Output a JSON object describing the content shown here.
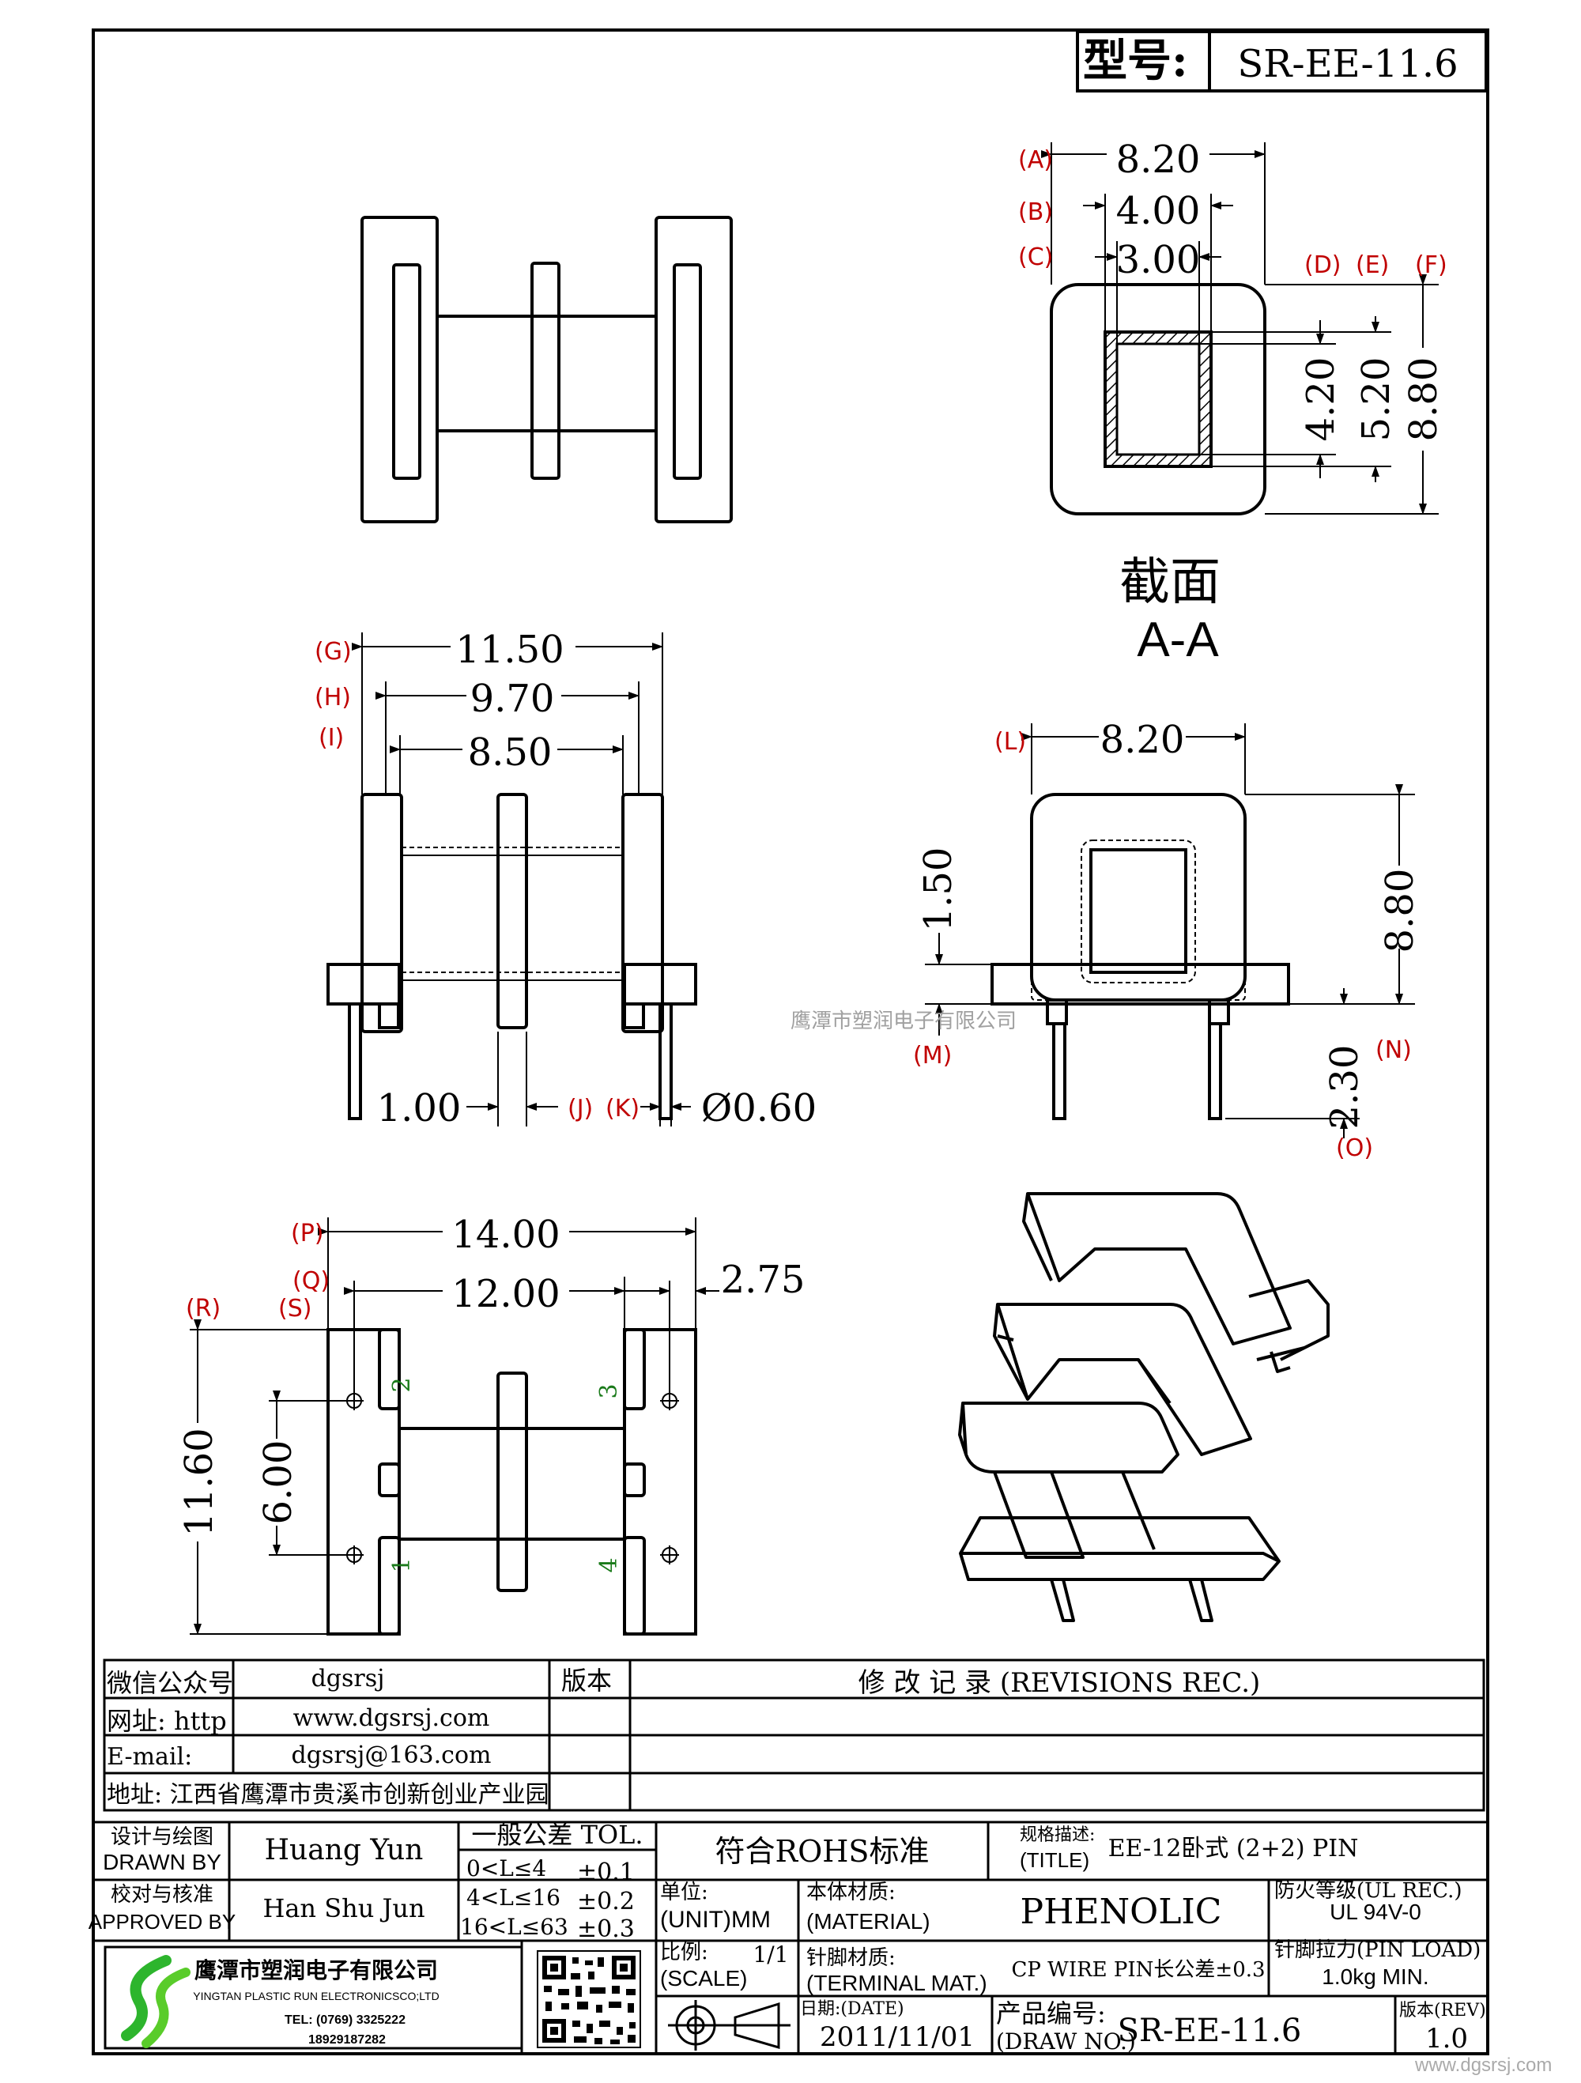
{
  "header": {
    "model_label": "型号:",
    "model_value": "SR-EE-11.6"
  },
  "section": {
    "title": "截面",
    "sub": "A-A"
  },
  "dims": {
    "a": "8.20",
    "b": "4.00",
    "c": "3.00",
    "d": "4.20",
    "e": "5.20",
    "f": "8.80",
    "g": "11.50",
    "h": "9.70",
    "i": "8.50",
    "j": "1.00",
    "k": "Ø0.60",
    "l": "8.20",
    "m": "1.50",
    "n": "8.80",
    "o": "2.30",
    "p": "14.00",
    "q": "12.00",
    "q2": "2.75",
    "r": "11.60",
    "s": "6.00"
  },
  "letters": {
    "A": "A",
    "B": "B",
    "C": "C",
    "D": "D",
    "E": "E",
    "F": "F",
    "G": "G",
    "H": "H",
    "I": "I",
    "J": "J",
    "K": "K",
    "L": "L",
    "M": "M",
    "N": "N",
    "O": "O",
    "P": "P",
    "Q": "Q",
    "R": "R",
    "S": "S"
  },
  "pins": {
    "p1": "1",
    "p2": "2",
    "p3": "3",
    "p4": "4"
  },
  "watermark": "鹰潭市塑润电子有限公司",
  "watermark2": "www.dgsrsj.com",
  "info": {
    "wechat_label": "微信公众号",
    "wechat": "dgsrsj",
    "web_label": "网址: http",
    "web": "www.dgsrsj.com",
    "email_label": "E-mail:",
    "email": "dgsrsj@163.com",
    "addr": "地址: 江西省鹰潭市贵溪市创新创业产业园",
    "ver_label": "版本",
    "rev_title": "修 改 记 录  (REVISIONS REC.)"
  },
  "title_block": {
    "design_cn": "设计与绘图",
    "design_en": "DRAWN BY",
    "designer": "Huang Yun",
    "check_cn": "校对与核准",
    "check_en": "APPROVED BY",
    "checker": "Han Shu Jun",
    "tol_title": "一般公差 TOL.",
    "tol1": "0<L≤4",
    "tol1v": "±0.1",
    "tol2": "4<L≤16",
    "tol2v": "±0.2",
    "tol3": "16<L≤63",
    "tol3v": "±0.3",
    "rohs": "符合ROHS标准",
    "spec_cn": "规格描述:",
    "spec_en": "(TITLE)",
    "spec": "EE-12卧式 (2+2) PIN",
    "unit_cn": "单位:",
    "unit_en": "(UNIT)MM",
    "mat_cn": "本体材质:",
    "mat_en": "(MATERIAL)",
    "mat": "PHENOLIC",
    "fire_cn": "防火等级(UL REC.)",
    "fire": "UL 94V-0",
    "scale_cn": "比例:",
    "scale_en": "(SCALE)",
    "scale": "1/1",
    "term_cn": "针脚材质:",
    "term_en": "(TERMINAL MAT.)",
    "term": "CP WIRE  PIN长公差±0.3",
    "pull_cn": "针脚拉力(PIN LOAD)",
    "pull": "1.0kg MIN.",
    "date_cn": "日期:(DATE)",
    "date": "2011/11/01",
    "no_cn": "产品编号:",
    "no_en": "(DRAW NO.)",
    "no": "SR-EE-11.6",
    "rev_cn": "版本(REV)",
    "rev": "1.0",
    "company_cn": "鹰潭市塑润电子有限公司",
    "company_en": "YINGTAN PLASTIC RUN ELECTRONICSCO;LTD",
    "tel": "TEL: (0769) 3325222",
    "phone": "18929187282"
  }
}
